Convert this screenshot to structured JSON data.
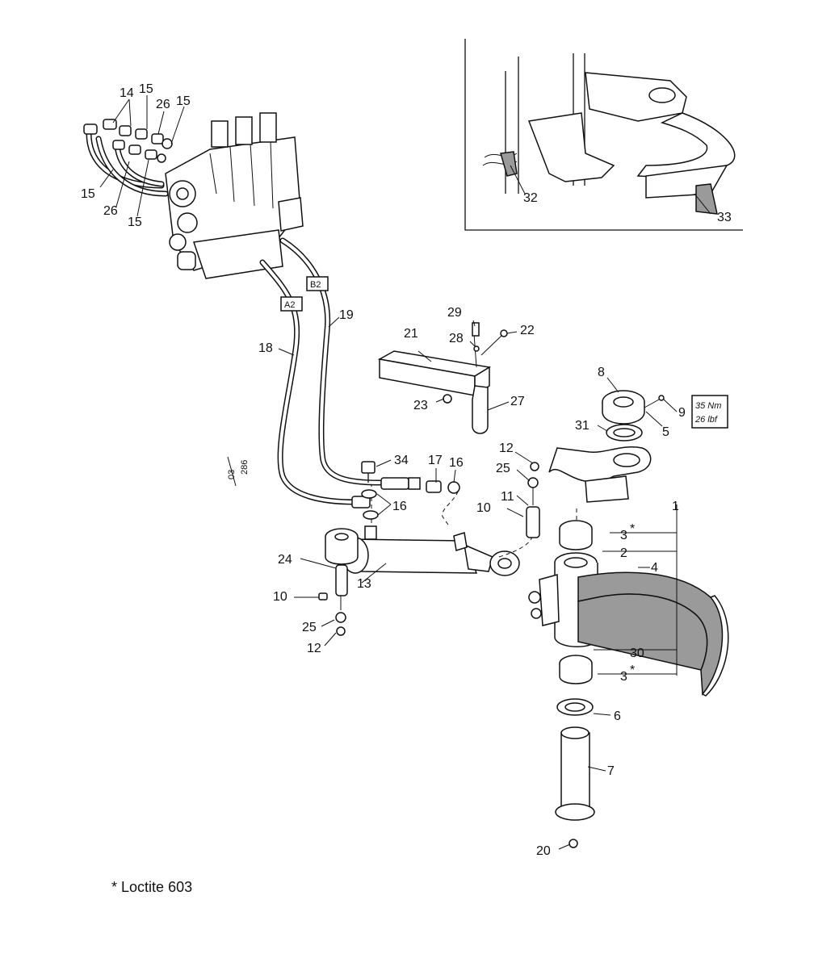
{
  "callouts": {
    "c1": "1",
    "c2": "2",
    "c3a": "3",
    "c3b": "3",
    "star_a": "*",
    "star_b": "*",
    "c4": "4",
    "c5": "5",
    "c6": "6",
    "c7": "7",
    "c8": "8",
    "c9": "9",
    "c10a": "10",
    "c10b": "10",
    "c11": "11",
    "c12a": "12",
    "c12b": "12",
    "c13": "13",
    "c14": "14",
    "c15a": "15",
    "c15b": "15",
    "c15c": "15",
    "c15d": "15",
    "c16a": "16",
    "c16b": "16",
    "c17": "17",
    "c18": "18",
    "c19": "19",
    "c20": "20",
    "c21": "21",
    "c22": "22",
    "c23": "23",
    "c24": "24",
    "c25a": "25",
    "c25b": "25",
    "c26a": "26",
    "c26b": "26",
    "c27": "27",
    "c28": "28",
    "c29": "29",
    "c30": "30",
    "c31": "31",
    "c32": "32",
    "c33": "33",
    "c34": "34"
  },
  "hose_tags": {
    "a2": "A2",
    "b2": "B2"
  },
  "torque": {
    "nm": "35 Nm",
    "lbf": "26 lbf"
  },
  "page_ref": {
    "num": "03",
    "den": "286"
  },
  "note": {
    "star": "*",
    "text": "Loctite 603"
  }
}
